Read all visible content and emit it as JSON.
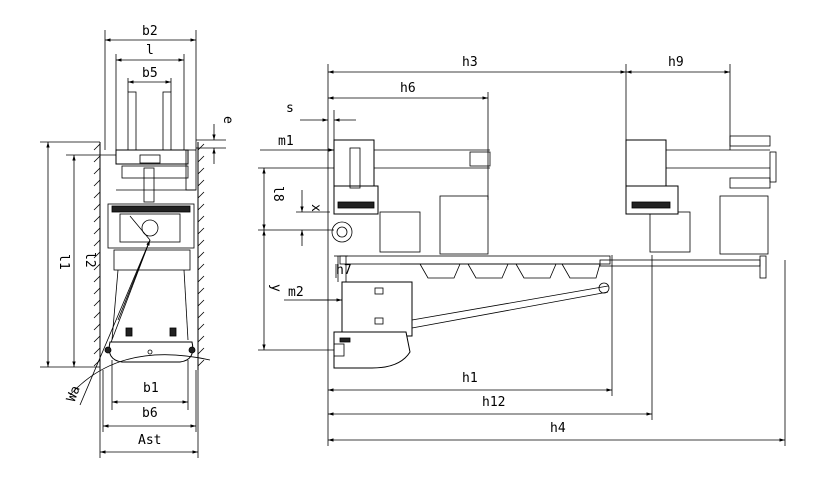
{
  "labels": {
    "b2": "b2",
    "l": "l",
    "b5": "b5",
    "e": "e",
    "l1": "l1",
    "l2": "l2",
    "b1": "b1",
    "b6": "b6",
    "ast": "Ast",
    "wa": "Wa",
    "h3": "h3",
    "h9": "h9",
    "h6": "h6",
    "s": "s",
    "m1": "m1",
    "l8": "l8",
    "x": "x",
    "y": "y",
    "m2": "m2",
    "h7": "h7",
    "h1": "h1",
    "h12": "h12",
    "h4": "h4"
  }
}
